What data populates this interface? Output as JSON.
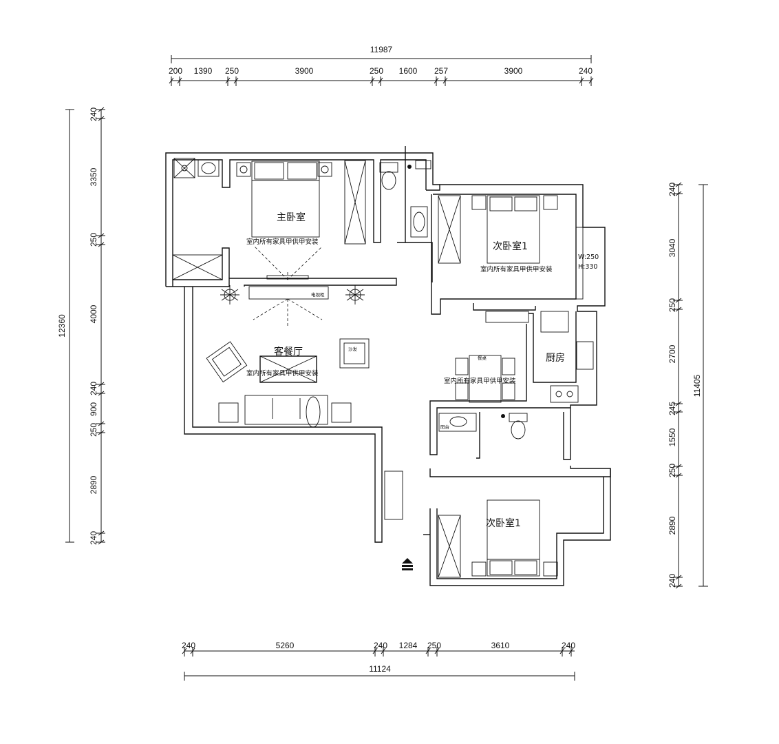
{
  "dimensions": {
    "top_total": "11987",
    "top": [
      "200",
      "1390",
      "250",
      "3900",
      "250",
      "1600",
      "257",
      "3900",
      "240"
    ],
    "bottom_total": "11124",
    "bottom": [
      "240",
      "5260",
      "240",
      "1284",
      "250",
      "3610",
      "240"
    ],
    "left_total": "12360",
    "left": [
      "240",
      "3350",
      "250",
      "4000",
      "240",
      "900",
      "250",
      "2890",
      "240"
    ],
    "right_total": "11405",
    "right": [
      "240",
      "3040",
      "250",
      "2700",
      "245",
      "1550",
      "250",
      "2890",
      "240"
    ]
  },
  "rooms": {
    "master_bedroom": "主卧室",
    "second_bedroom_a": "次卧室1",
    "second_bedroom_b": "次卧室1",
    "living_room": "客餐厅",
    "kitchen": "厨房"
  },
  "notes": {
    "master_furniture": "室内所有家具甲供甲安装",
    "second_a_furniture": "室内所有家具甲供甲安装",
    "living_furniture": "室内所有家具甲供甲安装",
    "dining_furniture": "室内所有家具甲供甲安装",
    "window_w": "W:250",
    "window_h": "H:330",
    "tv_cabinet": "电视柜",
    "sofa": "沙发",
    "balcony": "阳台",
    "dining_table": "餐桌"
  }
}
